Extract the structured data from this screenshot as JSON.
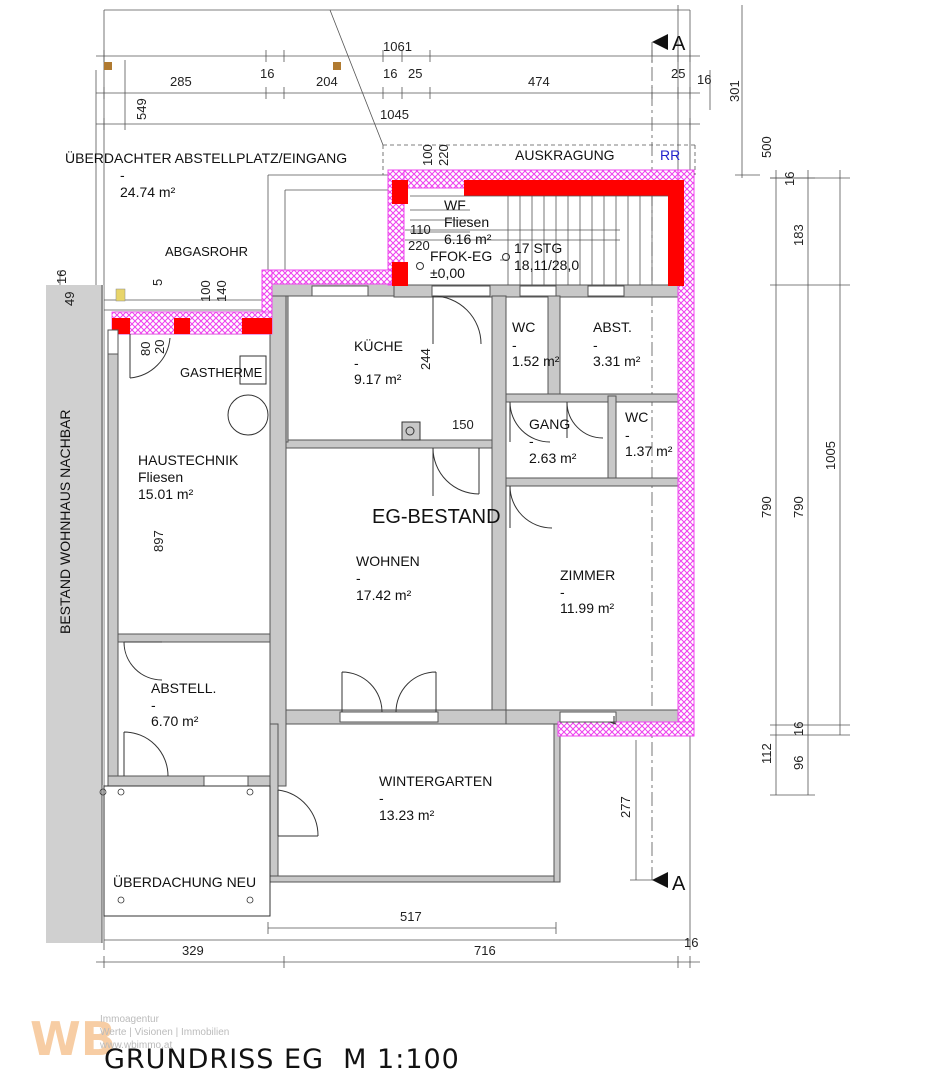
{
  "plan": {
    "drawing_title": "GRUNDRISS EG  M 1:100",
    "center_label": "EG-BESTAND",
    "neighbor_label": "BESTAND WOHNHAUS NACHBAR",
    "section_marker": "A",
    "rooms": {
      "abstellplatz": {
        "name": "ÜBERDACHTER ABSTELLPLATZ/EINGANG",
        "dash": "-",
        "area": "24.74 m²"
      },
      "auskragung": {
        "name": "AUSKRAGUNG"
      },
      "rr": {
        "name": "RR"
      },
      "wf": {
        "name": "WF",
        "floor": "Fliesen",
        "area": "6.16 m²",
        "ffok": "FFOK-EG",
        "level": "±0,00",
        "stairs": "17 STG",
        "stair_dims": "18,11/28,0"
      },
      "abgasrohr": {
        "name": "ABGASROHR"
      },
      "gastherme": {
        "name": "GASTHERME"
      },
      "kueche": {
        "name": "KÜCHE",
        "dash": "-",
        "area": "9.17 m²"
      },
      "wc1": {
        "name": "WC",
        "dash": "-",
        "area": "1.52 m²"
      },
      "abst": {
        "name": "ABST.",
        "dash": "-",
        "area": "3.31 m²"
      },
      "gang": {
        "name": "GANG",
        "dash": "-",
        "area": "2.63 m²"
      },
      "wc2": {
        "name": "WC",
        "dash": "-",
        "area": "1.37 m²"
      },
      "haustechnik": {
        "name": "HAUSTECHNIK",
        "floor": "Fliesen",
        "area": "15.01 m²"
      },
      "wohnen": {
        "name": "WOHNEN",
        "dash": "-",
        "area": "17.42 m²"
      },
      "zimmer": {
        "name": "ZIMMER",
        "dash": "-",
        "area": "11.99 m²"
      },
      "abstell": {
        "name": "ABSTELL.",
        "dash": "-",
        "area": "6.70 m²"
      },
      "wintergarten": {
        "name": "WINTERGARTEN",
        "dash": "-",
        "area": "13.23 m²"
      },
      "ueberdachung": {
        "name": "ÜBERDACHUNG NEU"
      }
    },
    "dimensions": {
      "d1061": "1061",
      "d285": "285",
      "d16a": "16",
      "d204": "204",
      "d16b": "16",
      "d25a": "25",
      "d474": "474",
      "d25b": "25",
      "d16c": "16",
      "d1045": "1045",
      "d549": "549",
      "d301": "301",
      "d500": "500",
      "d16r1": "16",
      "d183": "183",
      "d100a": "100",
      "d220a": "220",
      "d110": "110",
      "d220b": "220",
      "d16l": "16",
      "d49": "49",
      "d5": "5",
      "d100b": "100",
      "d140": "140",
      "d80": "80",
      "d20": "20",
      "d244": "244",
      "d150": "150",
      "d897": "897",
      "d790a": "790",
      "d790b": "790",
      "d1005": "1005",
      "d112": "112",
      "d16r2": "16",
      "d96": "96",
      "d277": "277",
      "d517": "517",
      "d329": "329",
      "d716": "716",
      "d16bot": "16"
    },
    "colors": {
      "wall": "#c8c8c8",
      "wall_stroke": "#555555",
      "new_wall": "#ff0000",
      "hatch": "#ee44ee",
      "rr": "#2222cc"
    }
  },
  "logo": {
    "mark": "WB",
    "line1": "Immoagentur",
    "line2": "Werte | Visionen | Immobilien",
    "line3": "www.wbimmo.at"
  }
}
